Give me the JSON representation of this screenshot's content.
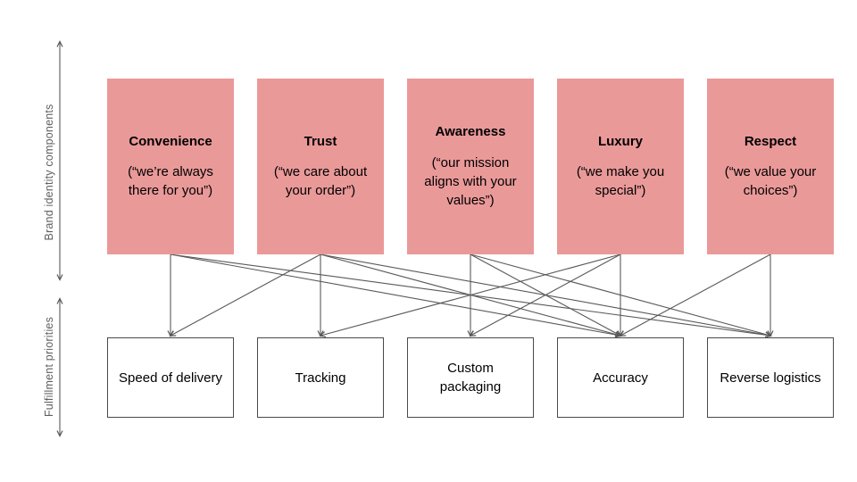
{
  "diagram": {
    "axes": [
      {
        "label": "Brand identity components"
      },
      {
        "label": "Fulfillment priorities"
      }
    ],
    "top_row": [
      {
        "title": "Convenience",
        "quote": "(“we’re always there for you”)"
      },
      {
        "title": "Trust",
        "quote": "(“we care about your order”)"
      },
      {
        "title": "Awareness",
        "quote": "(“our mission aligns with your values”)"
      },
      {
        "title": "Luxury",
        "quote": "(“we make you special”)"
      },
      {
        "title": "Respect",
        "quote": "(“we value your choices”)"
      }
    ],
    "bottom_row": [
      {
        "label": "Speed of delivery"
      },
      {
        "label": "Tracking"
      },
      {
        "label": "Custom packaging"
      },
      {
        "label": "Accuracy"
      },
      {
        "label": "Reverse logistics"
      }
    ],
    "edges": [
      {
        "from": 0,
        "to": 0
      },
      {
        "from": 0,
        "to": 3
      },
      {
        "from": 0,
        "to": 4
      },
      {
        "from": 1,
        "to": 0
      },
      {
        "from": 1,
        "to": 1
      },
      {
        "from": 1,
        "to": 3
      },
      {
        "from": 1,
        "to": 4
      },
      {
        "from": 2,
        "to": 2
      },
      {
        "from": 2,
        "to": 3
      },
      {
        "from": 2,
        "to": 4
      },
      {
        "from": 3,
        "to": 1
      },
      {
        "from": 3,
        "to": 2
      },
      {
        "from": 3,
        "to": 3
      },
      {
        "from": 4,
        "to": 3
      },
      {
        "from": 4,
        "to": 4
      }
    ],
    "colors": {
      "top_box_fill": "#ea9999",
      "bottom_box_border": "#4a4a4a",
      "connector_line": "#595959",
      "axis_text": "#5f5f5f"
    }
  }
}
